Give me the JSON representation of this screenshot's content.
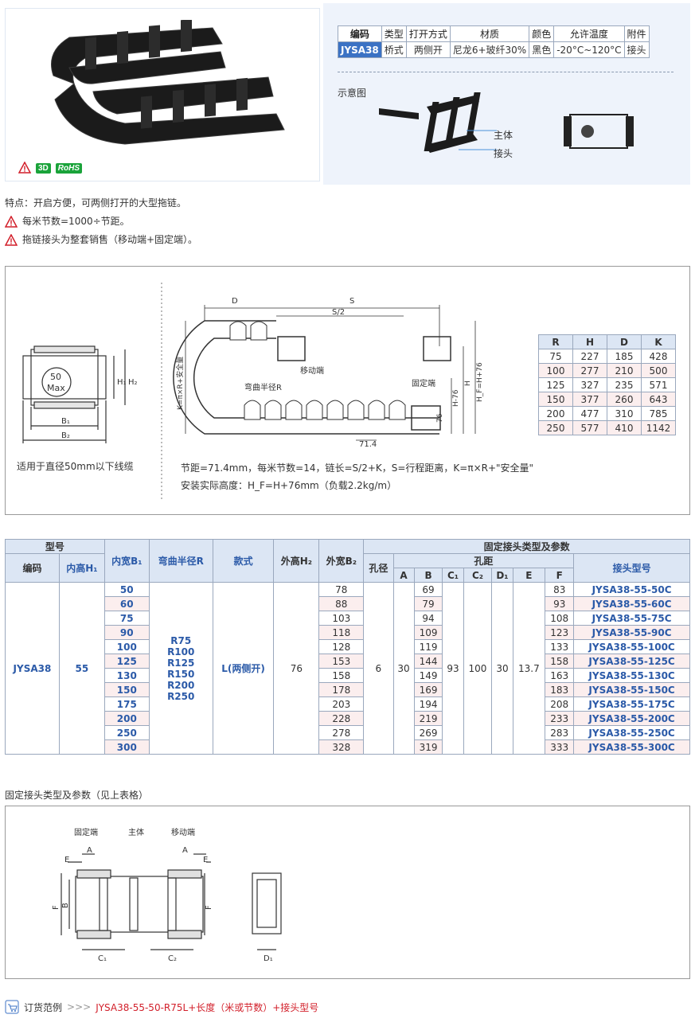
{
  "product": {
    "spec_headers": [
      "编码",
      "类型",
      "打开方式",
      "材质",
      "颜色",
      "允许温度",
      "附件"
    ],
    "spec_values": [
      "JYSA38",
      "桥式",
      "两侧开",
      "尼龙6+玻纤30%",
      "黑色",
      "-20°C~120°C",
      "接头"
    ],
    "badge_3d": "3D",
    "badge_rohs": "RoHS",
    "schematic_label": "示意图",
    "label_main": "主体",
    "label_connector": "接头"
  },
  "features": {
    "line1": "特点：开启方便，可两侧打开的大型拖链。",
    "line2": "每米节数=1000÷节距。",
    "line3": "拖链接头为整套销售（移动端+固定端）。"
  },
  "drawing": {
    "cable_note": "适用于直径50mm以下线缆",
    "max_label_num": "50",
    "max_label_txt": "Max",
    "labels": {
      "b1": "B₁",
      "b2": "B₂",
      "h1": "H₁",
      "h2": "H₂",
      "d": "D",
      "s": "S",
      "s2": "S/2",
      "moving": "移动端",
      "fixed": "固定端",
      "bend": "弯曲半径R",
      "k": "K=π×R+安全量",
      "h": "H",
      "h76": "H-76",
      "hf": "H_F=H+76",
      "v76": "76",
      "pitch": "71.4"
    },
    "formula1": "节距=71.4mm，每米节数=14，链长=S/2+K，S=行程距离，K=π×R+\"安全量\"",
    "formula2": "安装实际高度：H_F=H+76mm（负载2.2kg/m）"
  },
  "rhdk": {
    "headers": [
      "R",
      "H",
      "D",
      "K"
    ],
    "rows": [
      [
        "75",
        "227",
        "185",
        "428"
      ],
      [
        "100",
        "277",
        "210",
        "500"
      ],
      [
        "125",
        "327",
        "235",
        "571"
      ],
      [
        "150",
        "377",
        "260",
        "643"
      ],
      [
        "200",
        "477",
        "310",
        "785"
      ],
      [
        "250",
        "577",
        "410",
        "1142"
      ]
    ]
  },
  "main_table": {
    "h_model": "型号",
    "h_b1": "内宽B₁",
    "h_r": "弯曲半径R",
    "h_style": "款式",
    "h_h2": "外高H₂",
    "h_b2": "外宽B₂",
    "h_fixed": "固定接头类型及参数",
    "h_hole": "孔径",
    "h_pitch": "孔距",
    "h_code": "编码",
    "h_h1": "内高H₁",
    "h_cols": [
      "A",
      "B",
      "C₁",
      "C₂",
      "D₁",
      "E",
      "F"
    ],
    "h_conn": "接头型号",
    "code": "JYSA38",
    "h1": "55",
    "r_values": [
      "R75",
      "R100",
      "R125",
      "R150",
      "R200",
      "R250"
    ],
    "style": "L(两侧开)",
    "h2": "76",
    "hole": "6",
    "a": "30",
    "c1": "93",
    "c2": "100",
    "d1": "30",
    "e": "13.7",
    "rows": [
      {
        "b1": "50",
        "b2": "78",
        "b": "69",
        "f": "83",
        "conn": "JYSA38-55-50C"
      },
      {
        "b1": "60",
        "b2": "88",
        "b": "79",
        "f": "93",
        "conn": "JYSA38-55-60C"
      },
      {
        "b1": "75",
        "b2": "103",
        "b": "94",
        "f": "108",
        "conn": "JYSA38-55-75C"
      },
      {
        "b1": "90",
        "b2": "118",
        "b": "109",
        "f": "123",
        "conn": "JYSA38-55-90C"
      },
      {
        "b1": "100",
        "b2": "128",
        "b": "119",
        "f": "133",
        "conn": "JYSA38-55-100C"
      },
      {
        "b1": "125",
        "b2": "153",
        "b": "144",
        "f": "158",
        "conn": "JYSA38-55-125C"
      },
      {
        "b1": "130",
        "b2": "158",
        "b": "149",
        "f": "163",
        "conn": "JYSA38-55-130C"
      },
      {
        "b1": "150",
        "b2": "178",
        "b": "169",
        "f": "183",
        "conn": "JYSA38-55-150C"
      },
      {
        "b1": "175",
        "b2": "203",
        "b": "194",
        "f": "208",
        "conn": "JYSA38-55-175C"
      },
      {
        "b1": "200",
        "b2": "228",
        "b": "219",
        "f": "233",
        "conn": "JYSA38-55-200C"
      },
      {
        "b1": "250",
        "b2": "278",
        "b": "269",
        "f": "283",
        "conn": "JYSA38-55-250C"
      },
      {
        "b1": "300",
        "b2": "328",
        "b": "319",
        "f": "333",
        "conn": "JYSA38-55-300C"
      }
    ]
  },
  "connector_section": {
    "title": "固定接头类型及参数（见上表格）",
    "lbl_fixed": "固定端",
    "lbl_main": "主体",
    "lbl_moving": "移动端",
    "lbl_e": "E",
    "lbl_a": "A",
    "lbl_f": "F",
    "lbl_b": "B",
    "lbl_c1": "C₁",
    "lbl_c2": "C₂",
    "lbl_d1": "D₁"
  },
  "order": {
    "label": "订货范例",
    "chevrons": ">>>",
    "example": "JYSA38-55-50-R75L+长度（米或节数）+接头型号"
  },
  "colors": {
    "accent": "#3b72c4",
    "header_bg": "#dce6f4",
    "stripe": "#fbeeee",
    "order_red": "#d21f2a",
    "badge_green": "#1aa33a"
  }
}
